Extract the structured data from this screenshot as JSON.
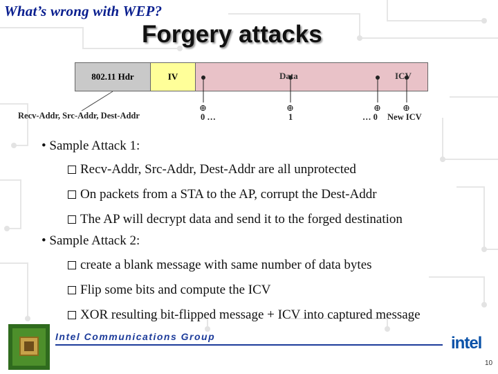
{
  "header": {
    "title": "What’s wrong with WEP?"
  },
  "slide": {
    "title": "Forgery attacks"
  },
  "packet": {
    "hdr_label": "802.11 Hdr",
    "iv_label": "IV",
    "data_label": "Data",
    "icv_label": "ICV",
    "addr_label": "Recv-Addr, Src-Addr, Dest-Addr",
    "xor_symbol": "⊕",
    "xor_values": [
      "0 …",
      "1",
      "… 0",
      "New ICV"
    ]
  },
  "bullets": [
    {
      "text": "• Sample Attack 1:",
      "items": [
        "Recv-Addr, Src-Addr, Dest-Addr are all unprotected",
        "On packets from a STA to the AP, corrupt the Dest-Addr",
        "The AP will decrypt data and send it to the forged destination"
      ]
    },
    {
      "text": "• Sample Attack 2:",
      "items": [
        "create a blank message with same number of data bytes",
        "Flip some bits and compute the ICV",
        "XOR resulting bit-flipped message + ICV into captured message"
      ]
    }
  ],
  "footer": {
    "group": "Intel Communications Group",
    "logo": "intel",
    "page_number": "10"
  },
  "colors": {
    "title_blue": "#0a1f8f",
    "footer_blue": "#1c3b9a",
    "iv_yellow": "#ffff99",
    "data_pink": "#e9c2c8"
  }
}
